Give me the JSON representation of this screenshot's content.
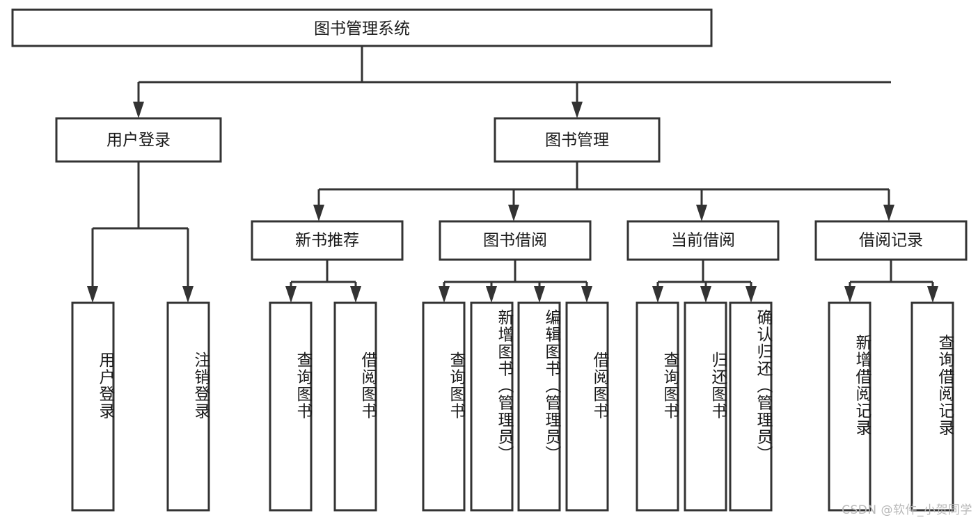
{
  "diagram": {
    "title": "图书管理系统",
    "watermark": "CSDN @软件_小贺同学",
    "colors": {
      "stroke": "#333333",
      "fill": "#ffffff",
      "text": "#1a1a1a",
      "watermark": "#b8b8b8"
    },
    "root": {
      "label": "图书管理系统"
    },
    "level2": [
      {
        "label": "用户登录"
      },
      {
        "label": "图书管理"
      }
    ],
    "level3": [
      {
        "label": "新书推荐"
      },
      {
        "label": "图书借阅"
      },
      {
        "label": "当前借阅"
      },
      {
        "label": "借阅记录"
      }
    ],
    "leaves": {
      "user_login": [
        {
          "label": "用户登录"
        },
        {
          "label": "注销登录"
        }
      ],
      "new_book": [
        {
          "label": "查询图书"
        },
        {
          "label": "借阅图书"
        }
      ],
      "book_borrow": [
        {
          "label": "查询图书"
        },
        {
          "label": "新增图书（管理员）"
        },
        {
          "label": "编辑图书（管理员）"
        },
        {
          "label": "借阅图书"
        }
      ],
      "current_borrow": [
        {
          "label": "查询图书"
        },
        {
          "label": "归还图书"
        },
        {
          "label": "确认归还（管理员）"
        }
      ],
      "borrow_record": [
        {
          "label": "新增借阅记录"
        },
        {
          "label": "查询借阅记录"
        }
      ]
    }
  }
}
